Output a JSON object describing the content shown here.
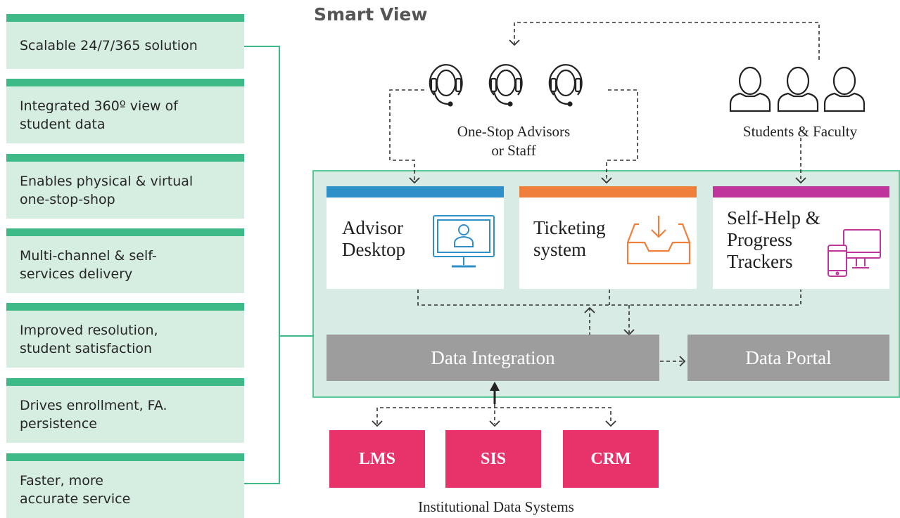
{
  "title": "Smart View",
  "benefits": [
    "Scalable 24/7/365 solution",
    "Integrated 360º view of student data",
    "Enables physical & virtual one-stop-shop",
    "Multi-channel & self-services delivery",
    "Improved resolution, student satisfaction",
    "Drives enrollment, FA. persistence",
    "Faster, more accurate service"
  ],
  "actors": {
    "advisors_line1": "One-Stop Advisors",
    "advisors_line2": "or Staff",
    "students": "Students & Faculty"
  },
  "cards": {
    "advisor_line1": "Advisor",
    "advisor_line2": "Desktop",
    "ticketing_line1": "Ticketing",
    "ticketing_line2": "system",
    "selfhelp_line1": "Self-Help &",
    "selfhelp_line2": "Progress",
    "selfhelp_line3": "Trackers"
  },
  "integration": {
    "data_integration": "Data Integration",
    "data_portal": "Data Portal"
  },
  "systems": {
    "lms": "LMS",
    "sis": "SIS",
    "crm": "CRM",
    "caption": "Institutional Data Systems"
  },
  "colors": {
    "benefit_accent": "#3dba88",
    "advisor": "#2f8fc9",
    "ticketing": "#f07f3c",
    "selfhelp": "#c0359b",
    "systems": "#e8326a",
    "integration": "#9d9d9d"
  }
}
